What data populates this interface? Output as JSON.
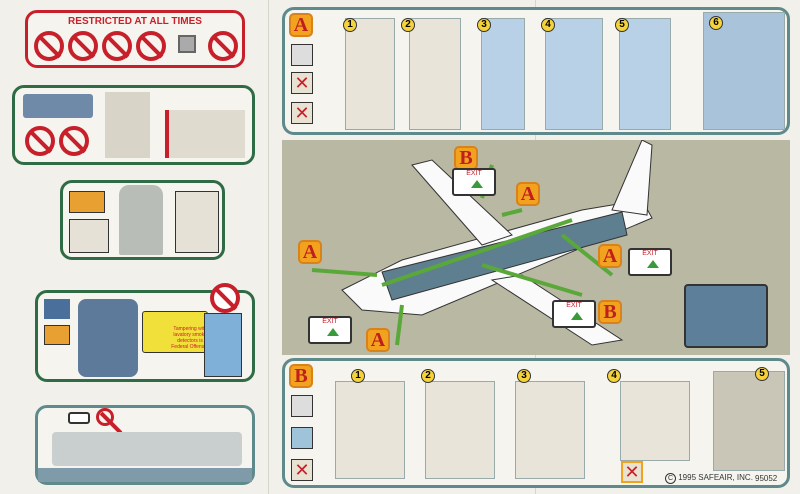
{
  "restricted": {
    "title": "RESTRICTED AT ALL TIMES",
    "icons": [
      "no-smoking-icon",
      "no-cell-phone-icon",
      "no-lighter-icon",
      "no-remote-control-toy-icon",
      "laptop-icon",
      "no-electronic-device-icon"
    ]
  },
  "lavatory": {
    "warning": "Tampering with lavatory smoke detectors is a Federal Offense"
  },
  "section_a": {
    "label": "A",
    "steps": [
      "1",
      "2",
      "3",
      "4",
      "5",
      "6"
    ]
  },
  "section_b": {
    "label": "B",
    "steps": [
      "1",
      "2",
      "3",
      "4",
      "5"
    ]
  },
  "diagram": {
    "labels": [
      "A",
      "B",
      "A",
      "A",
      "B",
      "A"
    ],
    "exit_text": "EXIT"
  },
  "footer": {
    "copyright": "1995 SAFEAIR, INC.",
    "copyright_symbol": "C",
    "code": "95052"
  },
  "colors": {
    "red": "#c8202a",
    "green": "#2f6b45",
    "teal": "#5e8a8c",
    "badge": "#f2a21f",
    "arrow": "#5aa83a",
    "diagram_bg": "#b9b8a3"
  }
}
